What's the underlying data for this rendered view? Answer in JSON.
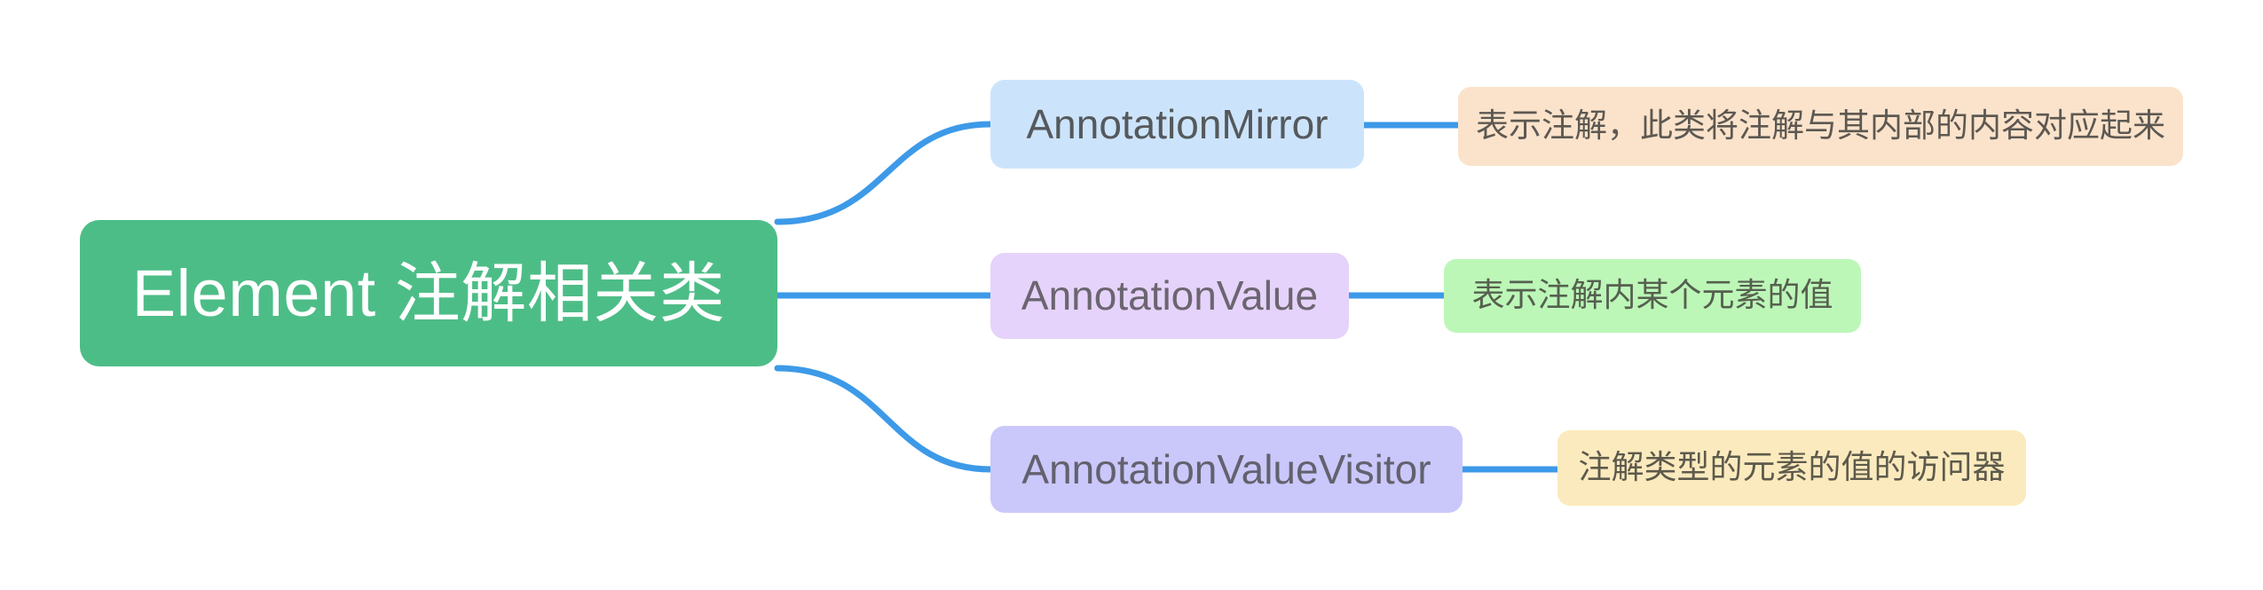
{
  "diagram": {
    "type": "mind-map",
    "orientation": "left-to-right",
    "background_color": "#ffffff",
    "edge_color": "#3d9ae8",
    "root": {
      "id": "root",
      "label": "Element 注解相关类",
      "fill": "#4dbd87",
      "text_color": "#ffffff"
    },
    "branches": [
      {
        "id": "annotation-mirror",
        "label": "AnnotationMirror",
        "fill": "#cce4fb",
        "text_color": "#55595c",
        "description": {
          "id": "annotation-mirror-desc",
          "label": "表示注解，此类将注解与其内部的内容对应起来",
          "fill": "#fbe3cb",
          "text_color": "#5d5852"
        }
      },
      {
        "id": "annotation-value",
        "label": "AnnotationValue",
        "fill": "#e6d3fb",
        "text_color": "#6b6570",
        "description": {
          "id": "annotation-value-desc",
          "label": "表示注解内某个元素的值",
          "fill": "#bcf7b8",
          "text_color": "#56604f"
        }
      },
      {
        "id": "annotation-value-visitor",
        "label": "AnnotationValueVisitor",
        "fill": "#cac8fa",
        "text_color": "#63616e",
        "description": {
          "id": "annotation-value-visitor-desc",
          "label": "注解类型的元素的值的访问器",
          "fill": "#fbeabd",
          "text_color": "#5d5a4c"
        }
      }
    ]
  }
}
